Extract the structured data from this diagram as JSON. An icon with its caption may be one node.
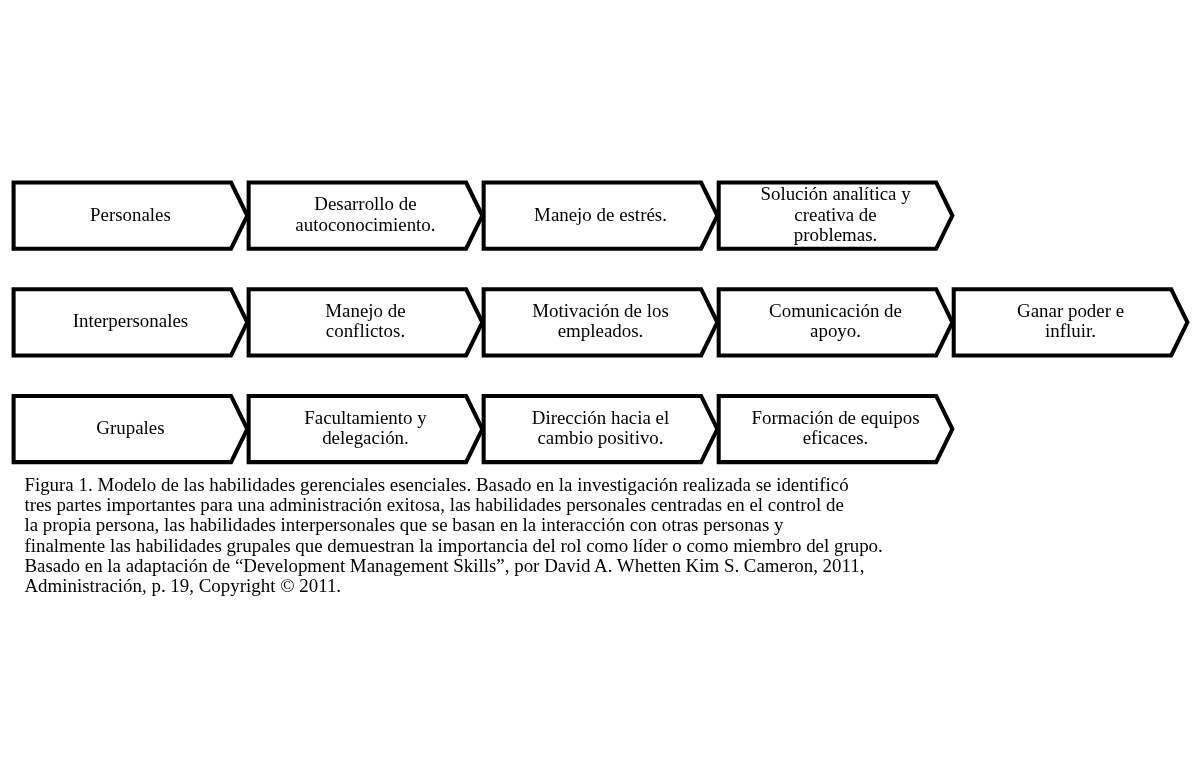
{
  "diagram": {
    "caption": "Figura 1. Modelo de las habilidades gerenciales esenciales. Basado en la investigación realizada se identificó tres partes importantes para una administración exitosa, las habilidades personales centradas en el control de la propia persona, las habilidades interpersonales que se basan en la interacción con otras personas y finalmente las habilidades grupales que demuestran la importancia del rol como líder o como miembro del grupo. Basado en la adaptación de “Development Management Skills”, por David A. Whetten Kim S. Cameron, 2011, Administración, p. 19, Copyright © 2011.",
    "nodes": [
      {
        "text": [
          "Personales"
        ]
      },
      {
        "text": [
          "Desarrollo de autoconocimiento."
        ]
      },
      {
        "text": [
          "Manejo de estrés."
        ]
      },
      {
        "text": [
          "Solución analítica y creativa de problemas."
        ]
      },
      {
        "text": [
          "Interpersonales"
        ]
      },
      {
        "text": [
          "Manejo de conflictos."
        ]
      },
      {
        "text": [
          "Motivación de los empleados."
        ]
      },
      {
        "text": [
          "Comunicación de apoyo."
        ]
      },
      {
        "text": [
          "Ganar poder e influir."
        ]
      },
      {
        "text": [
          "Grupales"
        ]
      },
      {
        "text": [
          "Facultamiento y delegación."
        ]
      },
      {
        "text": [
          "Dirección hacia el cambio positivo."
        ]
      },
      {
        "text": [
          "Formación de equipos eficaces."
        ]
      }
    ],
    "edges": []
  }
}
